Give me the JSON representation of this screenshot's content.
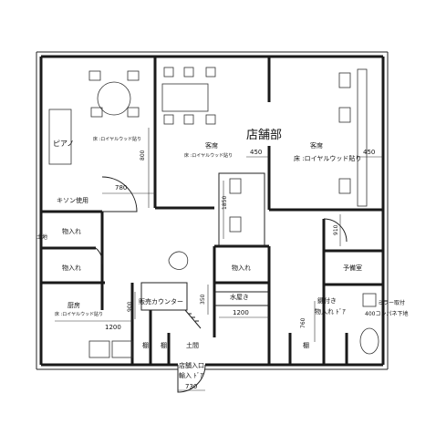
{
  "title": "店舗部",
  "rooms": {
    "piano": "ピアノ",
    "floor_note": "床 :ロイヤルウッド貼り",
    "seats_left": "客席",
    "seats_left_floor": "床 :ロイヤルウッド貼り",
    "seats_right": "客席",
    "seats_right_floor": "床 :ロイヤルウッド貼り",
    "smoking": "キソン使用",
    "storage_1": "物入れ",
    "storage_2": "物入れ",
    "storage_3": "物入れ",
    "kitchen": "厨房",
    "kitchen_floor": "床 :ロイヤルウッド貼り",
    "counter": "販売カウンター",
    "sink": "水屋き",
    "spare_room": "予備室",
    "lockable_1": "鍵付き",
    "lockable_2": "物入れ ﾄﾞｱ",
    "mirror": "ミラー取付",
    "outlet": "400コンパネ下地",
    "shelf_1": "棚",
    "shelf_2": "棚",
    "shelf_3": "棚",
    "entrance": "土間",
    "store_entrance": "店舗入口",
    "door_note": "輸入 ﾄﾞｱ",
    "land": "土地"
  },
  "dimensions": {
    "d800": "800",
    "d780": "780",
    "d450a": "450",
    "d450b": "450",
    "d1850": "1850",
    "d910": "910",
    "d900": "900",
    "d1200a": "1200",
    "d1200b": "1200",
    "d350": "350",
    "d760": "760",
    "d730": "730"
  }
}
